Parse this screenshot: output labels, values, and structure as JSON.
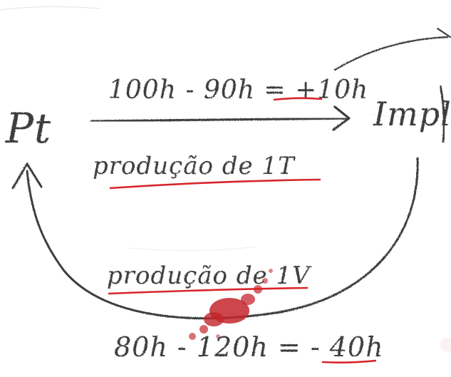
{
  "diagram": {
    "nodes": {
      "left": "Pt",
      "right": "Impl"
    },
    "top_arrow": {
      "calculation_label": "100h - 90h = +10h",
      "result_label": "+10h",
      "caption": "produção de 1T"
    },
    "bottom_arrow": {
      "caption": "produção de 1V",
      "calculation_label": "80h - 120h = - 40h",
      "result_label": "-40h"
    },
    "colors": {
      "pencil": "#3d3d3d",
      "underline": "#d7262b",
      "ink_stain": "#c3262d"
    }
  }
}
